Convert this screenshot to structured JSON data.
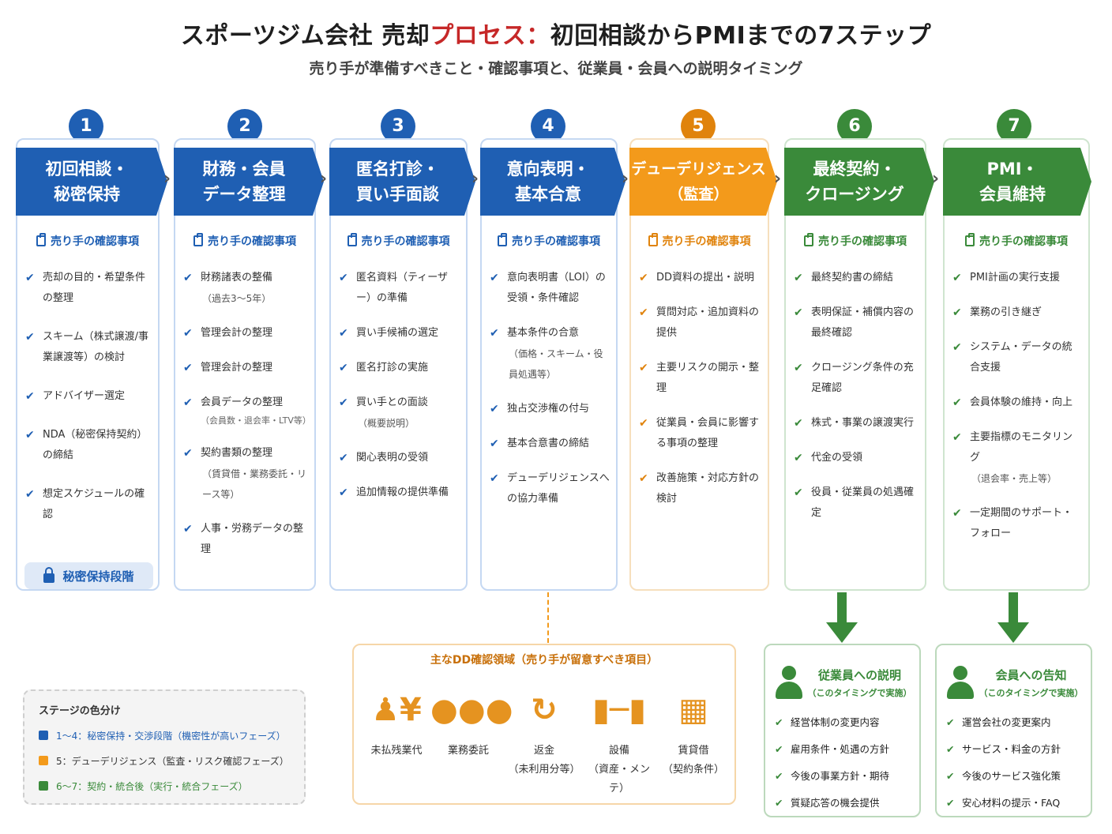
{
  "title": {
    "pre": "スポーツジム会社 売却",
    "accent": "プロセス：",
    "post": "初回相談からPMIまでの7ステップ"
  },
  "subtitle": "売り手が準備すべきこと・確認事項と、従業員・会員への説明タイミング",
  "colors": {
    "blue": "#1f5fb3",
    "orange": "#f39a1b",
    "green": "#3a8a3a"
  },
  "section_label": "売り手の確認事項",
  "steps": [
    {
      "num": "1",
      "l1": "初回相談・",
      "l2": "秘密保持",
      "items": [
        {
          "t": "売却の目的・希望条件の整理"
        },
        {
          "t": "スキーム（株式譲渡/事業譲渡等）の検討"
        },
        {
          "t": "アドバイザー選定"
        },
        {
          "t": "NDA（秘密保持契約）の締結"
        },
        {
          "t": "想定スケジュールの確認"
        }
      ]
    },
    {
      "num": "2",
      "l1": "財務・会員",
      "l2": "データ整理",
      "items": [
        {
          "t": "財務諸表の整備",
          "s": "（過去3〜5年）"
        },
        {
          "t": "管理会計の整理"
        },
        {
          "t": "管理会計の整理"
        },
        {
          "t": "会員データの整理",
          "s": "（会員数・退会率・LTV等）"
        },
        {
          "t": "契約書類の整理",
          "s": "（賃貸借・業務委託・リース等）"
        },
        {
          "t": "人事・労務データの整理"
        }
      ]
    },
    {
      "num": "3",
      "l1": "匿名打診・",
      "l2": "買い手面談",
      "items": [
        {
          "t": "匿名資料（ティーザー）の準備"
        },
        {
          "t": "買い手候補の選定"
        },
        {
          "t": "匿名打診の実施"
        },
        {
          "t": "買い手との面談",
          "s": "（概要説明）"
        },
        {
          "t": "関心表明の受領"
        },
        {
          "t": "追加情報の提供準備"
        }
      ]
    },
    {
      "num": "4",
      "l1": "意向表明・",
      "l2": "基本合意",
      "items": [
        {
          "t": "意向表明書（LOI）の受領・条件確認"
        },
        {
          "t": "基本条件の合意",
          "s": "（価格・スキーム・役員処遇等）"
        },
        {
          "t": "独占交渉権の付与"
        },
        {
          "t": "基本合意書の締結"
        },
        {
          "t": "デューデリジェンスへの協力準備"
        }
      ]
    },
    {
      "num": "5",
      "l1": "デューデリジェンス",
      "l2": "（監査）",
      "items": [
        {
          "t": "DD資料の提出・説明"
        },
        {
          "t": "質問対応・追加資料の提供"
        },
        {
          "t": "主要リスクの開示・整理"
        },
        {
          "t": "従業員・会員に影響する事項の整理"
        },
        {
          "t": "改善施策・対応方針の検討"
        }
      ]
    },
    {
      "num": "6",
      "l1": "最終契約・",
      "l2": "クロージング",
      "items": [
        {
          "t": "最終契約書の締結"
        },
        {
          "t": "表明保証・補償内容の最終確認"
        },
        {
          "t": "クロージング条件の充足確認"
        },
        {
          "t": "株式・事業の譲渡実行"
        },
        {
          "t": "代金の受領"
        },
        {
          "t": "役員・従業員の処遇確定"
        }
      ]
    },
    {
      "num": "7",
      "l1": "PMI・",
      "l2": "会員維持",
      "items": [
        {
          "t": "PMI計画の実行支援"
        },
        {
          "t": "業務の引き継ぎ"
        },
        {
          "t": "システム・データの統合支援"
        },
        {
          "t": "会員体験の維持・向上"
        },
        {
          "t": "主要指標のモニタリング",
          "s": "（退会率・売上等）"
        },
        {
          "t": "一定期間のサポート・フォロー"
        }
      ]
    }
  ],
  "badge": "秘密保持段階",
  "dd": {
    "title": "主なDD確認領域（売り手が留意すべき項目）",
    "items": [
      {
        "icon": "person-yen-icon",
        "l1": "未払残業代",
        "l2": ""
      },
      {
        "icon": "group-icon",
        "l1": "業務委託",
        "l2": ""
      },
      {
        "icon": "refund-icon",
        "l1": "返金",
        "l2": "（未利用分等）"
      },
      {
        "icon": "dumbbell-icon",
        "l1": "設備",
        "l2": "（資産・メンテ）"
      },
      {
        "icon": "building-icon",
        "l1": "賃貸借",
        "l2": "（契約条件）"
      }
    ]
  },
  "legend": {
    "title": "ステージの色分け",
    "rows": [
      {
        "color": "#1f5fb3",
        "text": "1〜4：秘密保持・交渉段階（機密性が高いフェーズ）"
      },
      {
        "color": "#f39a1b",
        "text": "5：デューデリジェンス（監査・リスク確認フェーズ）"
      },
      {
        "color": "#3a8a3a",
        "text": "6〜7：契約・統合後（実行・統合フェーズ）"
      }
    ]
  },
  "employees": {
    "title": "従業員への説明",
    "note": "（このタイミングで実施）",
    "items": [
      "経営体制の変更内容",
      "雇用条件・処遇の方針",
      "今後の事業方針・期待",
      "質疑応答の機会提供"
    ]
  },
  "members": {
    "title": "会員への告知",
    "note": "（このタイミングで実施）",
    "items": [
      "運営会社の変更案内",
      "サービス・料金の方針",
      "今後のサービス強化策",
      "安心材料の提示・FAQ"
    ]
  }
}
